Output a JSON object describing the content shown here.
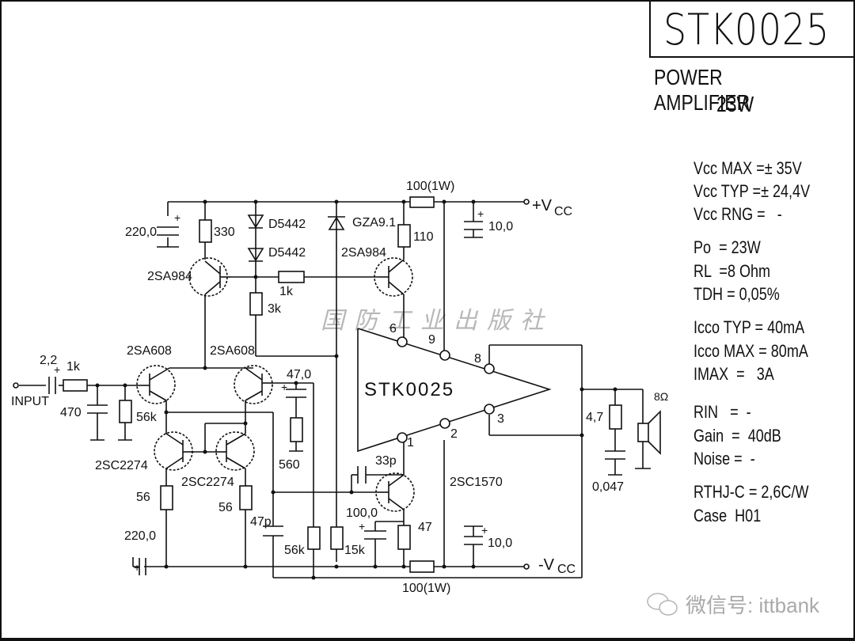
{
  "header": {
    "title": "STK0025",
    "subtitle": "POWER AMPLIFIER",
    "power": "23W"
  },
  "specs": [
    "Vcc MAX =± 35V",
    "Vcc TYP =± 24,4V",
    "Vcc RNG =   -",
    "Po  = 23W",
    "RL  =8 Ohm",
    "TDH = 0,05%",
    "Icco TYP = 40mA",
    "Icco MAX = 80mA",
    "IMAX  =   3A",
    "RIN   =  -",
    "Gain  =  40dB",
    "Noise =  -",
    "RTHJ-C = 2,6C/W",
    "Case  H01"
  ],
  "schematic": {
    "ic_label": "STK0025",
    "pins": {
      "p6": "6",
      "p9": "9",
      "p8": "8",
      "p3": "3",
      "p2": "2",
      "p1": "1"
    },
    "input_label": "INPUT",
    "vcc_pos": "+V",
    "vcc_pos_sub": "CC",
    "vcc_neg": "-V",
    "vcc_neg_sub": "CC",
    "components": {
      "c_in": "2,2",
      "r_in": "1k",
      "c_470": "470",
      "r_56k_in": "56k",
      "q1": "2SA608",
      "q2": "2SA608",
      "q3": "2SC2274",
      "q4": "2SC2274",
      "r_56_a": "56",
      "r_56_b": "56",
      "c_220_bot": "220,0",
      "c_47p": "47p",
      "r_56k_fb": "56k",
      "r_15k": "15k",
      "c_47_0": "47,0",
      "r_560": "560",
      "c_220_top": "220,0",
      "r_330": "330",
      "d1": "D5442",
      "d2": "D5442",
      "q5": "2SA984",
      "r_1k": "1k",
      "r_3k": "3k",
      "z1": "GZA9.1",
      "q6": "2SA984",
      "r_110": "110",
      "r_100_top": "100(1W)",
      "c_10_top": "10,0",
      "c_33p": "33p",
      "q7": "2SC1570",
      "c_100_0": "100,0",
      "r_47": "47",
      "c_10_bot": "10,0",
      "r_100_bot": "100(1W)",
      "r_4_7": "4,7",
      "c_0_047": "0,047",
      "speaker": "8Ω"
    }
  },
  "watermarks": {
    "publisher": "国防工业出版社",
    "wechat": "微信号: ittbank"
  }
}
